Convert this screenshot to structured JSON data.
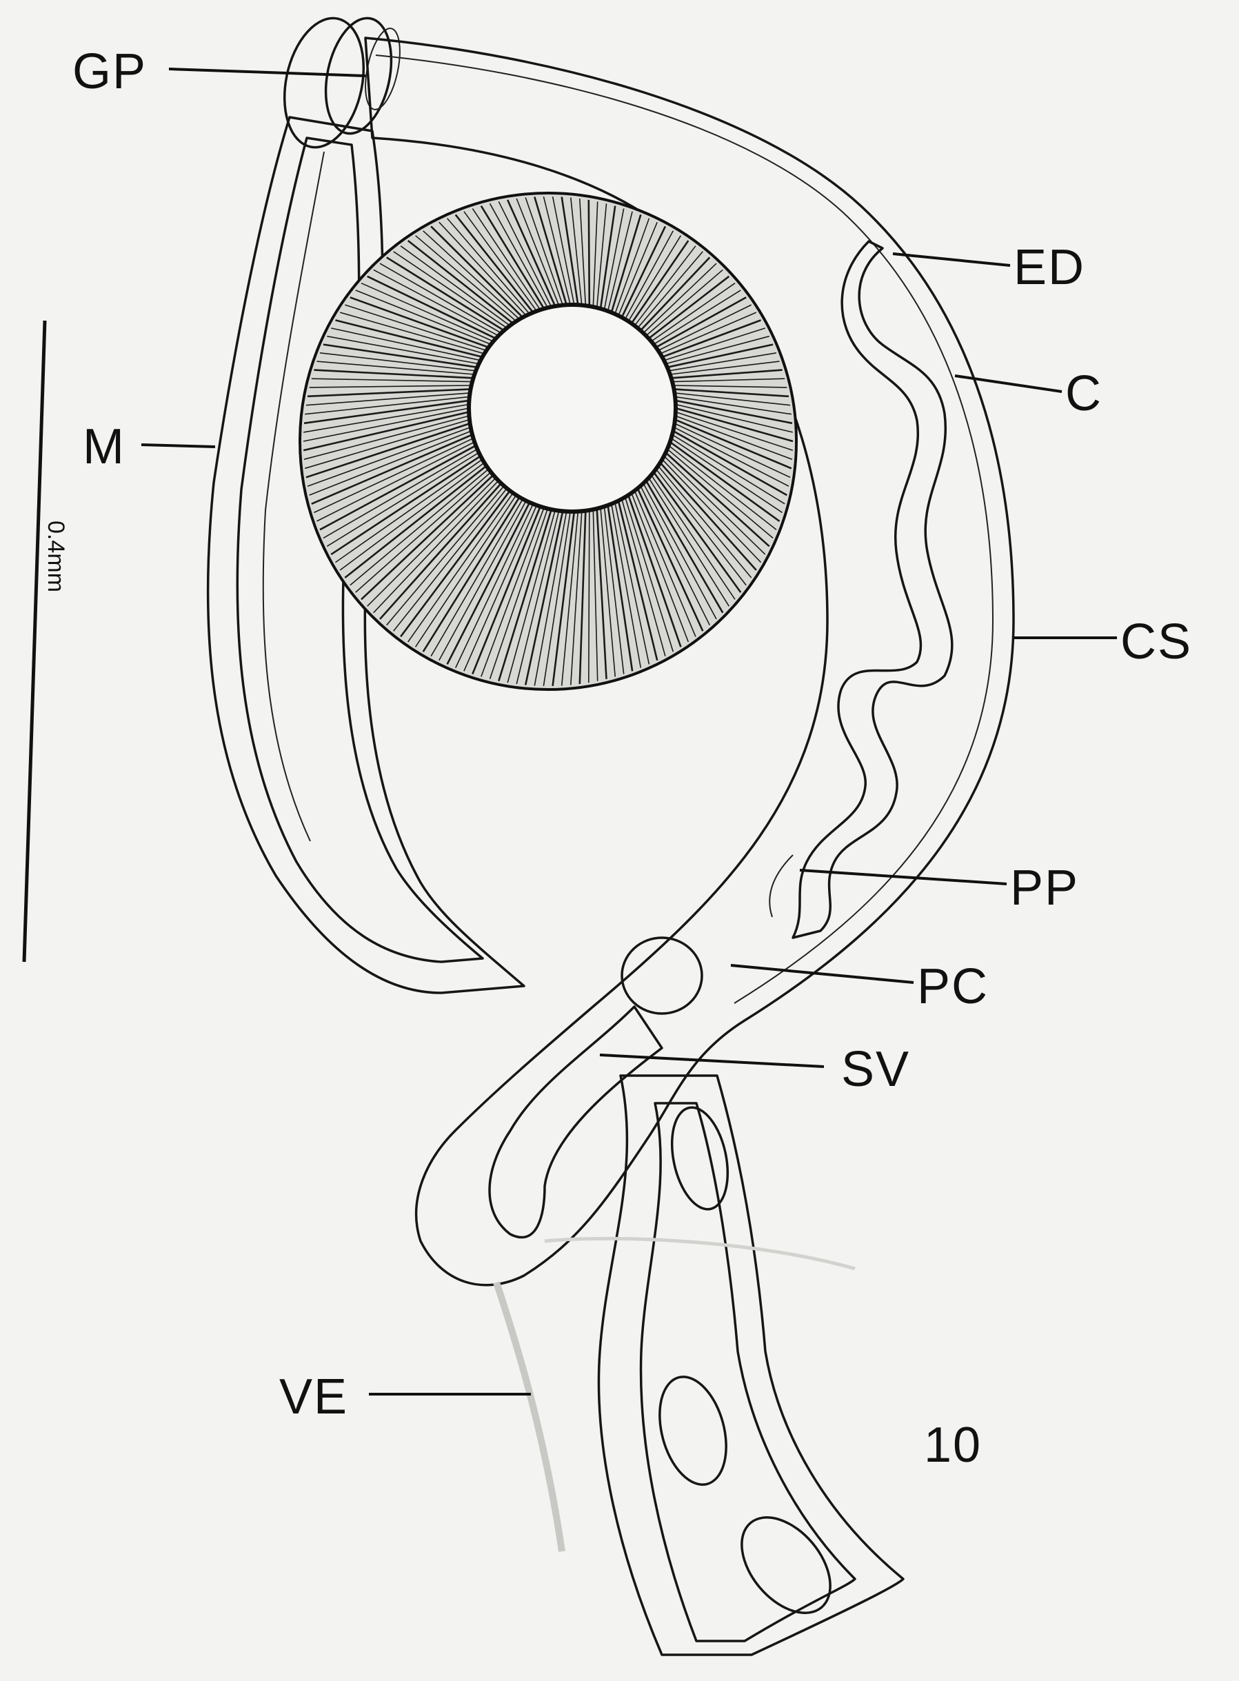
{
  "labels": {
    "gp": "GP",
    "ed": "ED",
    "c": "C",
    "m": "M",
    "cs": "CS",
    "pp": "PP",
    "pc": "PC",
    "sv": "SV",
    "ve": "VE"
  },
  "figure_number": "10",
  "scale_bar": {
    "text": "0.4mm"
  },
  "colors": {
    "ink": "#111111",
    "paper": "#f3f3f1"
  }
}
